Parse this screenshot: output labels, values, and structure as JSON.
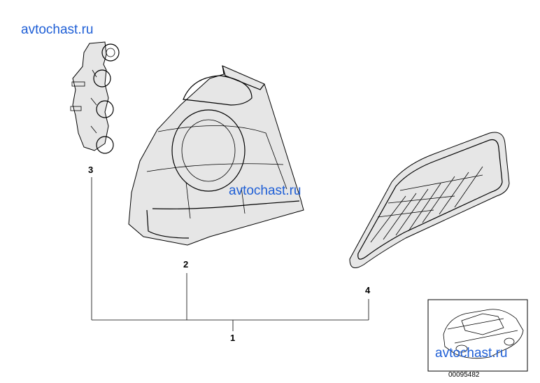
{
  "watermarks": {
    "top_left": "avtochast.ru",
    "center": "avtochast.ru",
    "bottom_right": "avtochast.ru"
  },
  "callouts": {
    "assembly": "1",
    "tail_light": "2",
    "bulb_holder": "3",
    "reflector": "4"
  },
  "catalog_number": "00095482",
  "icons": [
    "bulb-holder-icon",
    "tail-light-icon",
    "reflector-icon",
    "car-thumbnail-icon"
  ]
}
